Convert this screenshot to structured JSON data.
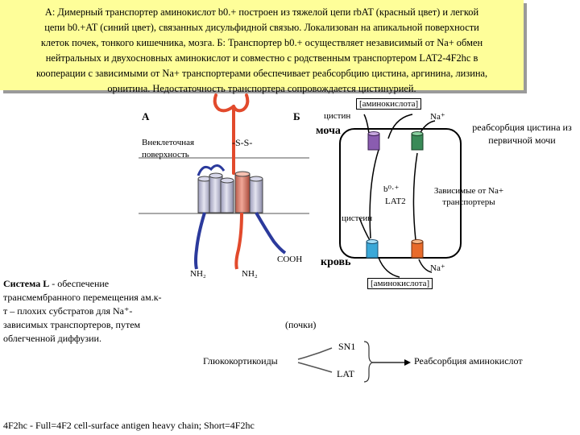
{
  "caption": {
    "lines": [
      "А: Димерный транспортер аминокислот b0.+ построен из тяжелой цепи rbAT (красный цвет) и легкой",
      "цепи b0.+AT (синий цвет), связанных дисульфидной связью. Локализован на апикальной поверхности",
      "клеток почек, тонкого кишечника, мозга. Б: Транспортер b0.+ осуществляет независимый от Na+ обмен",
      "нейтральных и двухосновных аминокислот и совместно с родственным транспортером LAT2-4F2hc в",
      "кооперации с зависимыми от Na+ транспортерами обеспечивает реабсорбцию цистина, аргинина, лизина,",
      "орнитина. Недостаточность транспортера сопровождается цистинурией."
    ]
  },
  "panel_a": {
    "label": "А",
    "extracellular": "Внеклеточная поверхность",
    "ss_bond": "-S-S-",
    "nh2_left": "NH₂",
    "nh2_right": "NH₂",
    "cooh": "COOH"
  },
  "panel_b": {
    "label": "Б",
    "aminoacid_top": "[аминокислота]",
    "cystine_top": "цистин",
    "na_top": "Na⁺",
    "urine": "моча",
    "reabsorption": "реабсорбция цистина из первичной мочи",
    "b0_label": "b⁰·⁺",
    "lat2": "LAT2",
    "na_dependent": "Зависимые от Na+ транспортеры",
    "cysteine": "цистеин",
    "blood": "кровь",
    "na_bottom": "Na⁺",
    "aminoacid_bottom": "[аминокислота]"
  },
  "system_l": {
    "title": "Система L",
    "text": " - обеспечение трансмембранного перемещения ам.к-т – плохих субстратов для Na⁺-зависимых транспортеров, путем облегченной диффузии."
  },
  "glucocorticoid": {
    "kidneys": "(почки)",
    "glucocorticoids": "Глюкокортикоиды",
    "sn1": "SN1",
    "lat": "LAT",
    "result": "Реабсорбция аминокислот"
  },
  "footnote": "4F2hc - Full=4F2 cell-surface antigen heavy chain; Short=4F2hc",
  "colors": {
    "caption_bg": "#fefe99",
    "heavy_chain": "#e24a2c",
    "light_chain": "#2b3a9c",
    "membrane_cylinder": "#b8b8d2",
    "purple_transporter": "#8a5cb0",
    "green_transporter": "#3a8a58",
    "cyan_transporter": "#3aa8d8",
    "orange_transporter": "#e86a2a"
  }
}
